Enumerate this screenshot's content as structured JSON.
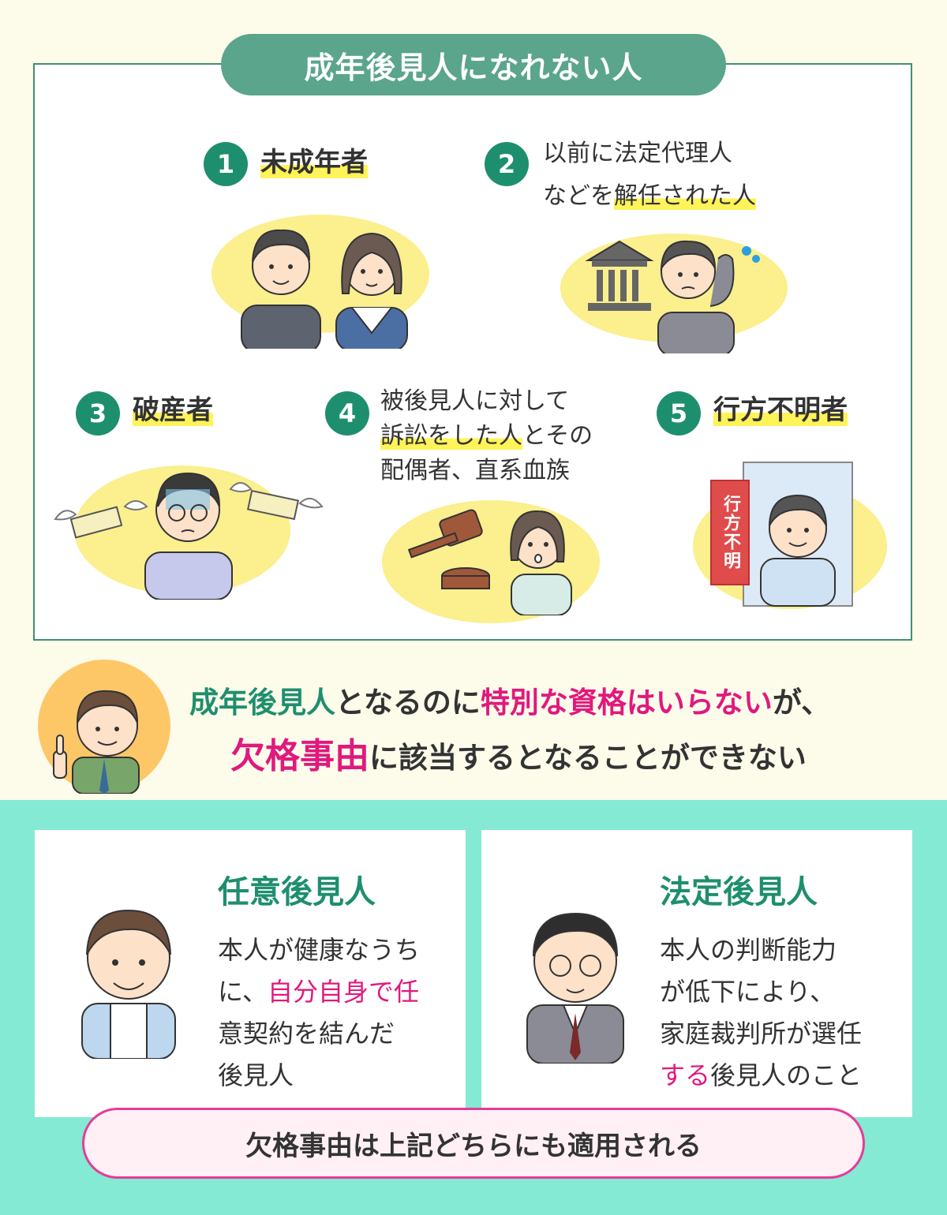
{
  "title": "成年後見人になれない人",
  "items": [
    {
      "num": "1",
      "line1": "未成年者"
    },
    {
      "num": "2",
      "line1": "以前に法定代理人",
      "line2_plain": "などを",
      "line2_hl": "解任された人"
    },
    {
      "num": "3",
      "line1": "破産者"
    },
    {
      "num": "4",
      "line1": "被後見人に対して",
      "line2_hl": "訴訟をした人",
      "line2_plain": "とその",
      "line3": "配偶者、直系血族"
    },
    {
      "num": "5",
      "line1": "行方不明者"
    }
  ],
  "missing_tag": "行方不明",
  "message": {
    "l1_a": "成年後見人",
    "l1_b": "となるのに",
    "l1_c": "特別な資格はいらない",
    "l1_d": "が、",
    "l2_a": "欠格事由",
    "l2_b": "に該当するとなることができない"
  },
  "cards": [
    {
      "title": "任意後見人",
      "l1": "本人が健康なうち",
      "l2_a": "に、",
      "l2_b": "自分自身で任",
      "l3": "意契約を結んだ",
      "l4": "後見人"
    },
    {
      "title": "法定後見人",
      "l1": "本人の判断能力",
      "l2": "が低下により、",
      "l3": "家庭裁判所が選任",
      "l4_a": "する",
      "l4_b": "後見人のこと"
    }
  ],
  "footer": "欠格事由は上記どちらにも適用される",
  "colors": {
    "green": "#1e8f6e",
    "pink": "#e0197d",
    "highlight": "#fff35a",
    "mint": "#84ead3"
  }
}
